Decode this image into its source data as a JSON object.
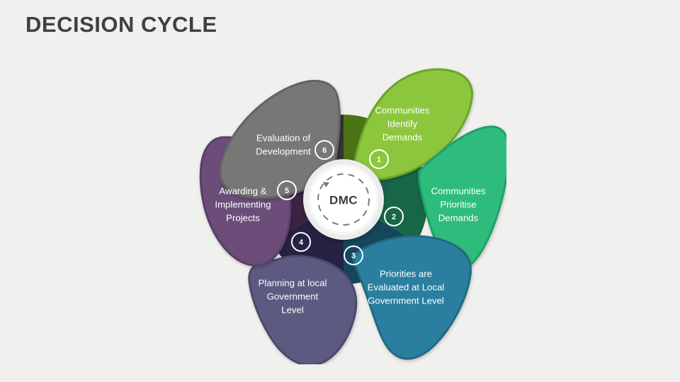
{
  "title": "DECISION CYCLE",
  "background_color": "#f0f0ef",
  "title_color": "#404040",
  "hub": {
    "label": "DMC",
    "label_color": "#3b3b3b",
    "ring_color": "#ffffff",
    "dashed_circle_color": "#7a7a7a"
  },
  "diagram": {
    "type": "cycle",
    "segment_count": 6,
    "steps": [
      {
        "number": "1",
        "label": "Communities Identify Demands",
        "lines": [
          "Communities",
          "Identify",
          "Demands"
        ],
        "color": "#8cc63e",
        "inner_color": "#4c7314",
        "stroke": "#6aa52c"
      },
      {
        "number": "2",
        "label": "Communities Prioritise Demands",
        "lines": [
          "Communities",
          "Prioritise",
          "Demands"
        ],
        "color": "#2ebc7c",
        "inner_color": "#176647",
        "stroke": "#21a068"
      },
      {
        "number": "3",
        "label": "Priorities are Evaluated at Local Government Level",
        "lines": [
          "Priorities are",
          "Evaluated at Local",
          "Government Level"
        ],
        "color": "#2c7fa0",
        "inner_color": "#16465c",
        "stroke": "#24697f"
      },
      {
        "number": "4",
        "label": "Planning at local Government Level",
        "lines": [
          "Planning at local",
          "Government",
          "Level"
        ],
        "color": "#5b5a80",
        "inner_color": "#252243",
        "stroke": "#4b4a6c"
      },
      {
        "number": "5",
        "label": "Awarding & Implementing Projects",
        "lines": [
          "Awarding &",
          "Implementing",
          "Projects"
        ],
        "color": "#6c4d7a",
        "inner_color": "#3a2441",
        "stroke": "#593f66"
      },
      {
        "number": "6",
        "label": "Evaluation of Development",
        "lines": [
          "Evaluation of",
          "Development"
        ],
        "color": "#777777",
        "inner_color": "#333333",
        "stroke": "#636363"
      }
    ]
  }
}
